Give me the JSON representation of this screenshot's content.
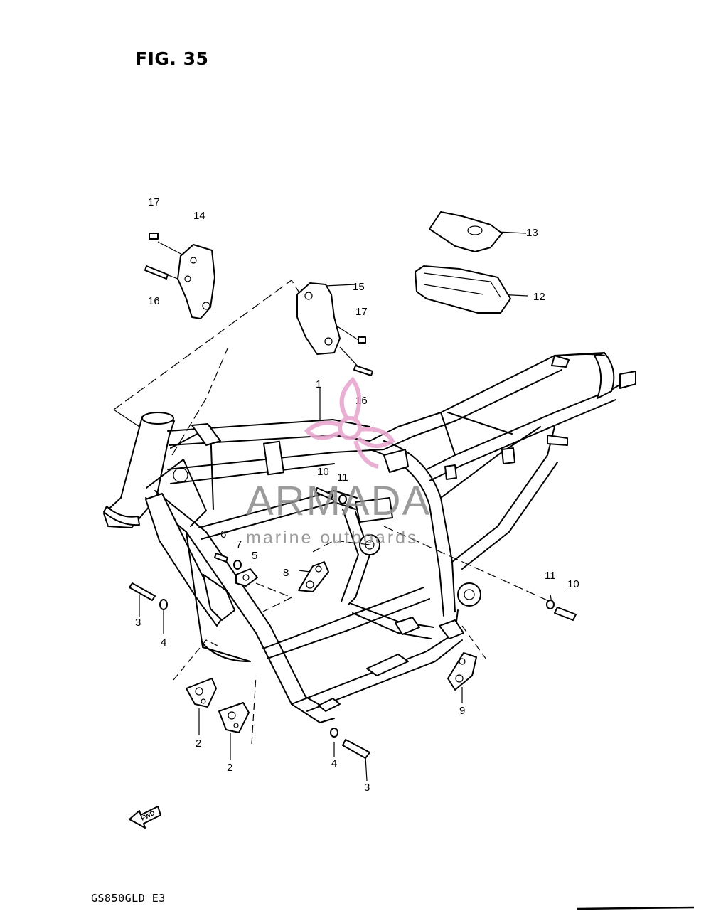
{
  "figure": {
    "title": "FIG. 35",
    "model_code": "GS850GLD  E3"
  },
  "watermark": {
    "brand": "ARMADA",
    "tagline": "marine outboards",
    "logo_color": "#e8a8d0",
    "text_color": "#8a8a8a"
  },
  "fwd_arrow": {
    "label": "FWD"
  },
  "callouts": {
    "c1": "1",
    "c2a": "2",
    "c2b": "2",
    "c3a": "3",
    "c3b": "3",
    "c4a": "4",
    "c4b": "4",
    "c5": "5",
    "c6": "6",
    "c7": "7",
    "c8": "8",
    "c9": "9",
    "c10a": "10",
    "c10b": "10",
    "c11a": "11",
    "c11b": "11",
    "c12": "12",
    "c13": "13",
    "c14": "14",
    "c15": "15",
    "c16a": "16",
    "c16b": "16",
    "c17a": "17",
    "c17b": "17"
  }
}
